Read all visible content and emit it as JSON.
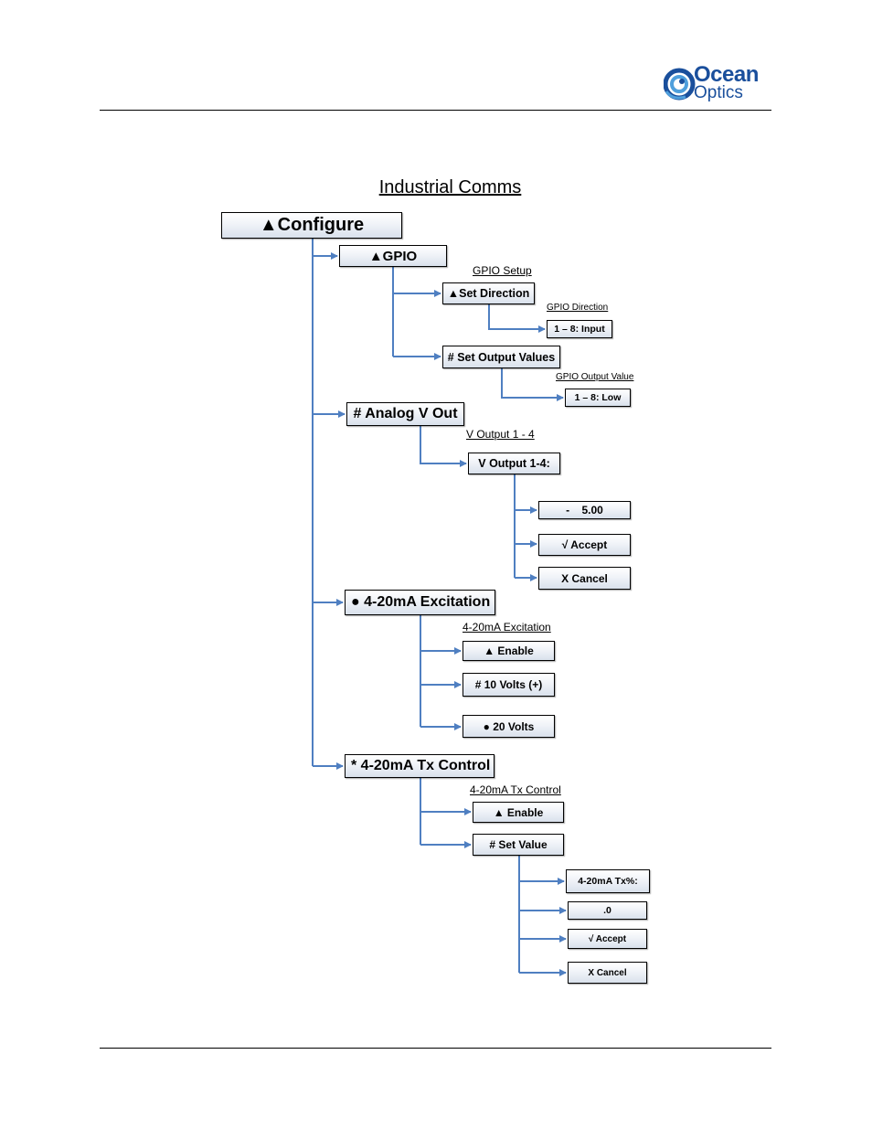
{
  "header": {
    "logo_line1": "Ocean",
    "logo_line2": "Optics"
  },
  "title": "Industrial Comms",
  "nodes": {
    "configure": "▲Configure",
    "gpio": "▲GPIO",
    "set_direction": "▲Set Direction",
    "gpio_direction_value": "1 – 8: Input",
    "set_output_values": "# Set Output Values",
    "gpio_output_value": "1 – 8: Low",
    "analog_v_out": "# Analog V Out",
    "v_output_prompt": "V Output 1-4:",
    "v_value": "-    5.00",
    "v_accept": "√ Accept",
    "v_cancel": "X Cancel",
    "excitation": "● 4-20mA Excitation",
    "exc_enable": "▲ Enable",
    "exc_10v": "# 10 Volts (+)",
    "exc_20v": "● 20 Volts",
    "tx_control": "* 4-20mA Tx Control",
    "tx_enable": "▲ Enable",
    "tx_set_value": "# Set Value",
    "tx_prompt": "4-20mA Tx%:",
    "tx_value": ".0",
    "tx_accept": "√ Accept",
    "tx_cancel": "X Cancel"
  },
  "labels": {
    "gpio_setup": "GPIO Setup",
    "gpio_direction": "GPIO Direction",
    "gpio_output_value": "GPIO Output Value",
    "v_output": "V Output 1 - 4",
    "excitation": "4-20mA Excitation",
    "tx_control": "4-20mA Tx Control"
  },
  "colors": {
    "connector": "#4f7fc1",
    "brand": "#1a4f9c"
  }
}
